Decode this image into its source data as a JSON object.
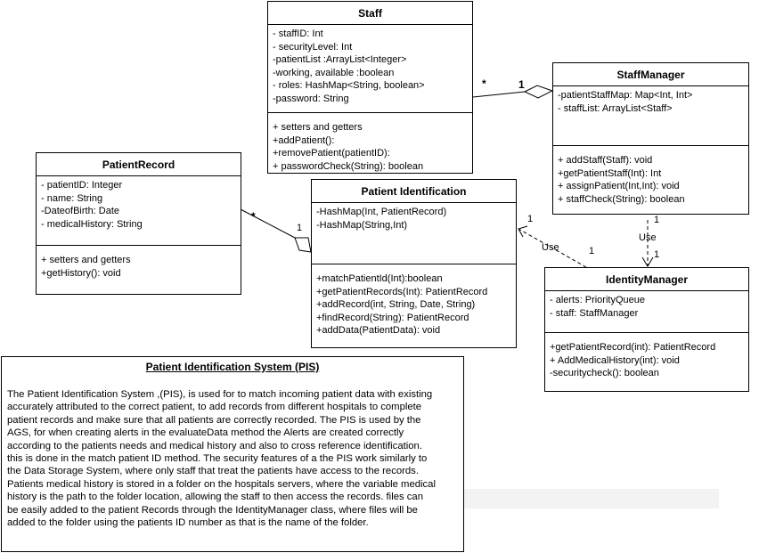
{
  "classes": {
    "staff": {
      "name": "Staff",
      "attributes": [
        "- staffID: Int",
        "- securityLevel: Int",
        "-patientList :ArrayList<Integer>",
        "-working, available :boolean",
        "- roles: HashMap<String, boolean>",
        "-password: String"
      ],
      "methods": [
        "+ setters and getters",
        "+addPatient():",
        "+removePatient(patientID):",
        "+ passwordCheck(String): boolean"
      ]
    },
    "staff_manager": {
      "name": "StaffManager",
      "attributes": [
        "-patientStaffMap: Map<Int, Int>",
        "- staffList: ArrayList<Staff>"
      ],
      "methods": [
        "+ addStaff(Staff): void",
        "+getPatientStaff(Int): Int",
        "+ assignPatient(Int,Int): void",
        "+ staffCheck(String): boolean"
      ]
    },
    "patient_record": {
      "name": "PatientRecord",
      "attributes": [
        "- patientID: Integer",
        "- name: String",
        "-DateofBirth: Date",
        "-  medicalHistory: String"
      ],
      "methods": [
        "+ setters and getters",
        "+getHistory(): void"
      ]
    },
    "patient_identification": {
      "name": "Patient Identification",
      "attributes": [
        "-HashMap(Int, PatientRecord)",
        "-HashMap(String,Int)"
      ],
      "methods": [
        "+matchPatientId(Int):boolean",
        "+getPatientRecords(Int): PatientRecord",
        "+addRecord(int, String, Date, String)",
        "+findRecord(String): PatientRecord",
        "+addData(PatientData): void"
      ]
    },
    "identity_manager": {
      "name": "IdentityManager",
      "attributes": [
        "- alerts: PriorityQueue",
        "- staff: StaffManager"
      ],
      "methods": [
        "+getPatientRecord(int): PatientRecord",
        "+ AddMedicalHistory(int): void",
        "-securitycheck(): boolean"
      ]
    }
  },
  "relations": {
    "staff_manager_star": "*",
    "staff_manager_one": "1",
    "record_ident_star": "*",
    "record_ident_one": "1",
    "use_ident_left": "Use",
    "use_ident_one_a": "1",
    "use_ident_one_b": "1",
    "use_manager": "Use",
    "use_manager_one_a": "1",
    "use_manager_one_b": "1"
  },
  "description": {
    "title": "Patient Identification System (PIS)",
    "body": "The Patient Identification System ,(PIS), is used for to match incoming patient data with existing\naccurately attributed to the correct patient, to add records from different hospitals to complete\npatient records and make sure that all patients are correctly recorded. The PIS is used by the\nAGS, for when creating alerts in the evaluateData method the Alerts are created correctly\naccording to the patients needs and medical history and also to cross reference identification.\nthis is done in the match patient ID method. The security features of a the PIS work similarly to\nthe Data Storage System, where only staff that treat the patients have access to the records.\nPatients medical history is stored in a folder on the hospitals servers, where the variable medical\nhistory is the path to the folder location, allowing the staff to then access the records. files can\nbe easily added to the patient Records through the IdentityManager class, where files will be\nadded to the folder using the patients ID number as that is the name of the folder."
  }
}
